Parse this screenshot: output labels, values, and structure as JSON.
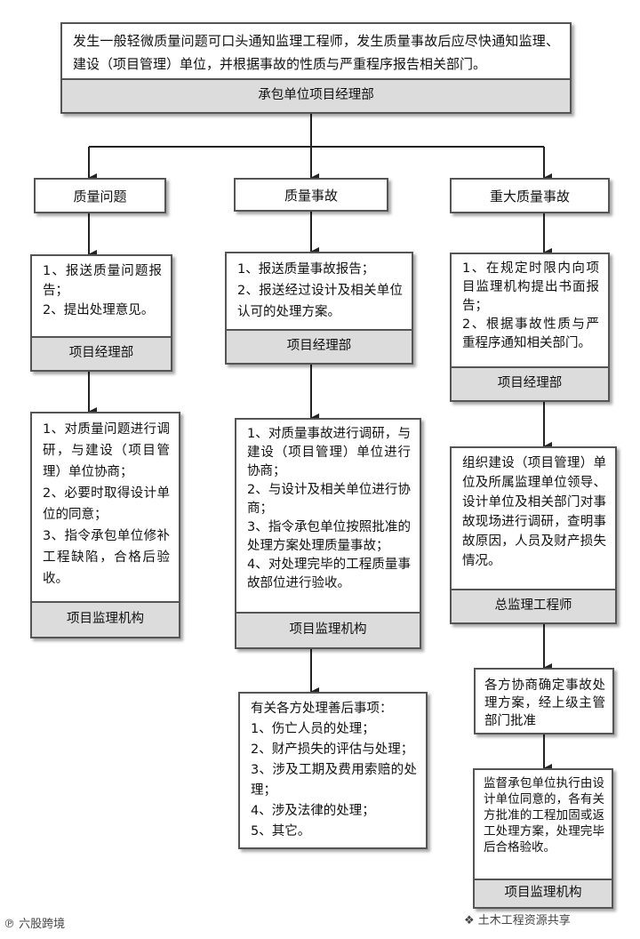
{
  "top": {
    "text": "发生一般轻微质量问题可口头通知监理工程师，发生质量事故后应尽快通知监理、建设（项目管理）单位，并根据事故的性质与严重程序报告相关部门。",
    "footer": "承包单位项目经理部"
  },
  "columns": {
    "left": {
      "header": "质量问题",
      "step1": {
        "text": "1、报送质量问题报告；\n2、提出处理意见。",
        "footer": "项目经理部"
      },
      "step2": {
        "text": "1、对质量问题进行调研，与建设（项目管理）单位协商；\n2、必要时取得设计单位的同意；\n3、指令承包单位修补工程缺陷，合格后验收。",
        "footer": "项目监理机构"
      }
    },
    "middle": {
      "header": "质量事故",
      "step1": {
        "text": "1、报送质量事故报告；\n2、报送经过设计及相关单位认可的处理方案。",
        "footer": "项目经理部"
      },
      "step2": {
        "text": "1、对质量事故进行调研，与建设（项目管理）单位进行协商；\n2、与设计及相关单位进行协商；\n3、指令承包单位按照批准的处理方案处理质量事故；\n4、对处理完毕的工程质量事故部位进行验收。",
        "footer": "项目监理机构"
      },
      "step3": {
        "text": "有关各方处理善后事项：\n1、伤亡人员的处理；\n2、财产损失的评估与处理；\n3、涉及工期及费用索赔的处理；\n4、涉及法律的处理；\n5、其它。"
      }
    },
    "right": {
      "header": "重大质量事故",
      "step1": {
        "text": "1、在规定时限内向项目监理机构提出书面报告；\n2、根据事故性质与严重程序通知相关部门。",
        "footer": "项目经理部"
      },
      "step2": {
        "text": "组织建设（项目管理）单位及所属监理单位领导、设计单位及相关部门对事故现场进行调研，查明事故原因，人员及财产损失情况。",
        "footer": "总监理工程师"
      },
      "step3": {
        "text": "各方协商确定事故处理方案，经上级主管部门批准"
      },
      "step4": {
        "text": "监督承包单位执行由设计单位同意的，各有关方批准的工程加固或返工处理方案，处理完毕后合格验收。",
        "footer": "项目监理机构"
      }
    }
  },
  "watermarks": {
    "left": "六股跨境",
    "right": "土木工程资源共享"
  }
}
